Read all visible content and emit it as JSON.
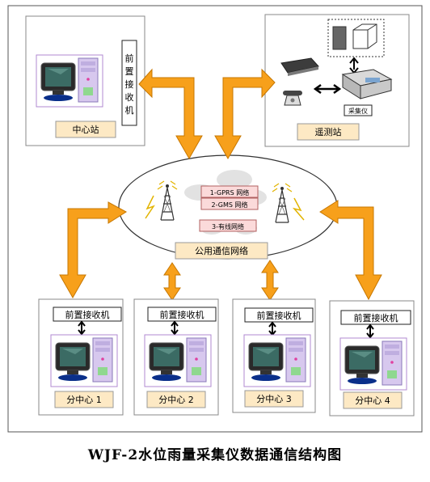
{
  "center_station": {
    "label": "中心站",
    "receiver_label": "前置接收机"
  },
  "remote_station": {
    "label": "遥测站",
    "collector_label": "采集仪"
  },
  "network": {
    "label": "公用通信网络",
    "items": [
      "1-GPRS 网络",
      "2-GMS 网络",
      "3-有线网络"
    ]
  },
  "sub_centers": [
    {
      "label": "分中心 1",
      "receiver_label": "前置接收机"
    },
    {
      "label": "分中心 2",
      "receiver_label": "前置接收机"
    },
    {
      "label": "分中心 3",
      "receiver_label": "前置接收机"
    },
    {
      "label": "分中心 4",
      "receiver_label": "前置接收机"
    }
  ],
  "caption": "WJF-2水位雨量采集仪数据通信结构图",
  "colors": {
    "arrow": "#f7a01b",
    "label_fill": "#fde9c4",
    "network_item_fill": "#fbdada",
    "panel_border": "#b08ad0"
  }
}
